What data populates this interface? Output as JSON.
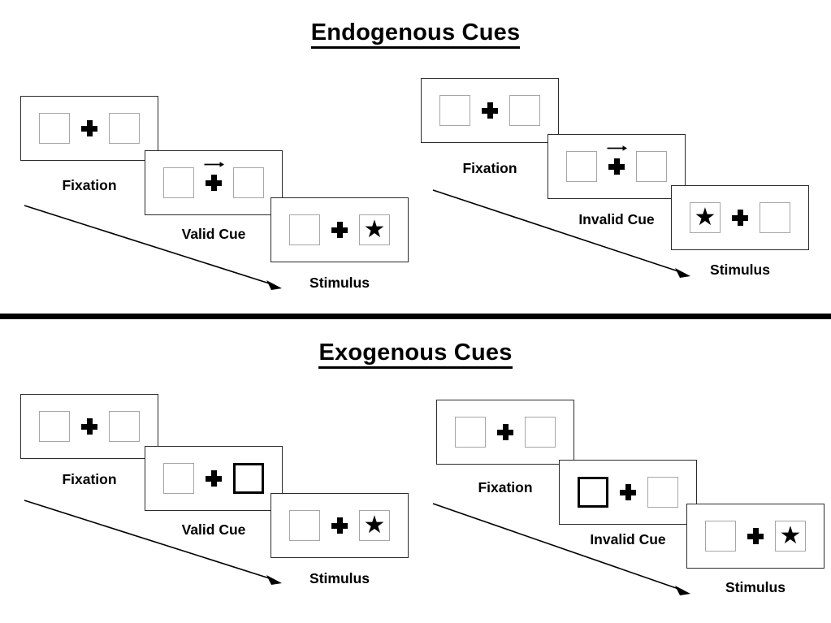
{
  "figure": {
    "type": "attention-cueing-paradigm-diagram",
    "sections": [
      {
        "id": "endogenous",
        "title": "Endogenous Cues",
        "conditions": [
          {
            "id": "endogenous-valid",
            "panels": [
              {
                "label": "Fixation",
                "cue": "none",
                "cued_side": "none",
                "target_side": "none",
                "arrow": false
              },
              {
                "label": "Valid Cue",
                "cue": "arrow-right",
                "cued_side": "right",
                "target_side": "none",
                "arrow": true
              },
              {
                "label": "Stimulus",
                "cue": "none",
                "cued_side": "none",
                "target_side": "right",
                "arrow": false
              }
            ]
          },
          {
            "id": "endogenous-invalid",
            "panels": [
              {
                "label": "Fixation",
                "cue": "none",
                "cued_side": "none",
                "target_side": "none",
                "arrow": false
              },
              {
                "label": "Invalid Cue",
                "cue": "arrow-right",
                "cued_side": "right",
                "target_side": "none",
                "arrow": true
              },
              {
                "label": "Stimulus",
                "cue": "none",
                "cued_side": "none",
                "target_side": "left",
                "arrow": false
              }
            ]
          }
        ]
      },
      {
        "id": "exogenous",
        "title": "Exogenous Cues",
        "conditions": [
          {
            "id": "exogenous-valid",
            "panels": [
              {
                "label": "Fixation",
                "cue": "none",
                "cued_side": "none",
                "target_side": "none",
                "arrow": false
              },
              {
                "label": "Valid Cue",
                "cue": "box-highlight",
                "cued_side": "right",
                "target_side": "none",
                "arrow": false
              },
              {
                "label": "Stimulus",
                "cue": "none",
                "cued_side": "none",
                "target_side": "right",
                "arrow": false
              }
            ]
          },
          {
            "id": "exogenous-invalid",
            "panels": [
              {
                "label": "Fixation",
                "cue": "none",
                "cued_side": "none",
                "target_side": "none",
                "arrow": false
              },
              {
                "label": "Invalid Cue",
                "cue": "box-highlight",
                "cued_side": "left",
                "target_side": "none",
                "arrow": false
              },
              {
                "label": "Stimulus",
                "cue": "none",
                "cued_side": "none",
                "target_side": "right",
                "arrow": false
              }
            ]
          }
        ]
      }
    ],
    "glyphs": {
      "target": "★",
      "fixation_cross": "+",
      "cue_arrow": "→",
      "time_arrow": "↘"
    },
    "colors": {
      "frame_border": "#2b2b2b",
      "box_border": "#a6a6a6",
      "cued_box_border": "#000000",
      "target": "#000000",
      "divider": "#000000",
      "background": "#ffffff"
    }
  }
}
